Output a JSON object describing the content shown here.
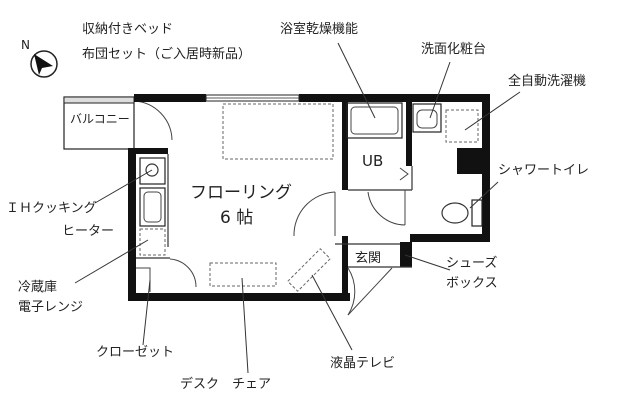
{
  "compass": {
    "north": "N"
  },
  "rooms": {
    "main": "フローリング",
    "main_size": "6 帖",
    "bath": "UB",
    "entrance": "玄関",
    "balcony": "バルコニー"
  },
  "labels": {
    "bed_line1": "収納付きベッド",
    "bed_line2": "布団セット（ご入居時新品）",
    "bath_dryer": "浴室乾燥機能",
    "vanity": "洗面化粧台",
    "washer": "全自動洗濯機",
    "shower_toilet": "シャワートイレ",
    "ih_line1": "ＩＨクッキング",
    "ih_line2": "ヒーター",
    "fridge_line1": "冷蔵庫",
    "fridge_line2": "電子レンジ",
    "shoe_line1": "シューズ",
    "shoe_line2": "ボックス",
    "closet": "クローゼット",
    "desk": "デスク　チェア",
    "tv": "液晶テレビ"
  },
  "colors": {
    "wall": "#111111",
    "line": "#333333",
    "dashed": "#666666",
    "background": "#ffffff"
  }
}
